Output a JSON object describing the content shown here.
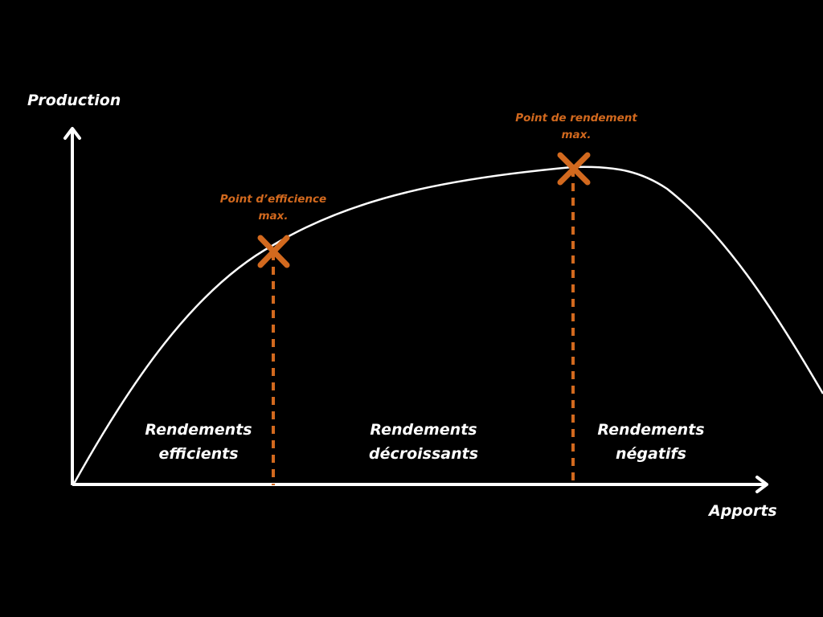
{
  "axes": {
    "y_label": "Production",
    "x_label": "Apports"
  },
  "regions": [
    {
      "line1": "Rendements",
      "line2": "efficients"
    },
    {
      "line1": "Rendements",
      "line2": "décroissants"
    },
    {
      "line1": "Rendements",
      "line2": "négatifs"
    }
  ],
  "markers": [
    {
      "line1": "Point d’efficience",
      "line2": "max."
    },
    {
      "line1": "Point de rendement",
      "line2": "max."
    }
  ],
  "colors": {
    "background": "#000000",
    "axis": "#ffffff",
    "curve": "#ffffff",
    "accent": "#d2691e"
  }
}
